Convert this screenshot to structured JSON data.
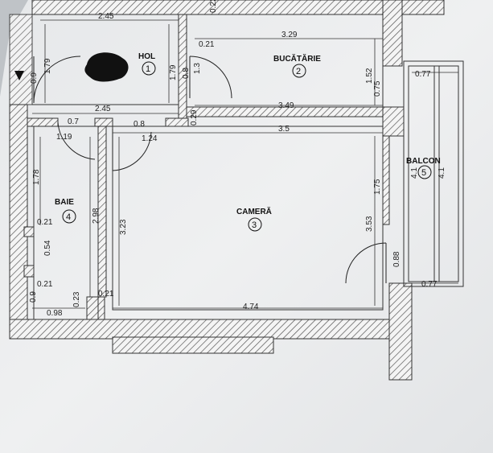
{
  "rooms": [
    {
      "name": "HOL",
      "number": "1"
    },
    {
      "name": "BUCĂTĂRIE",
      "number": "2"
    },
    {
      "name": "CAMERĂ",
      "number": "3"
    },
    {
      "name": "BAIE",
      "number": "4"
    },
    {
      "name": "BALCON",
      "number": "5"
    }
  ],
  "dimensions": {
    "hol_top": "2.45",
    "kitchen_top": "3.29",
    "hol_bottom": "2.45",
    "kitchen_bottom": "3.49",
    "camera_top": "3.5",
    "camera_bottom": "4.74",
    "door_baie": "0.7",
    "door_camera": "0.8",
    "baie_width": "1.19",
    "pass_width": "1.24",
    "balcon_top": "0.77",
    "balcon_bottom": "0.77",
    "baie_bottom": "0.98",
    "niche_top": "0.21",
    "niche_bottom": "0.21",
    "wall_kitchen_small": "0.21",
    "wall_baie_small": "0.21",
    "hol_height": "1.79",
    "entry_width": "0.9",
    "hol_inner_height": "1.79",
    "hol_door_a": "0.8",
    "hol_door_b": "1.3",
    "top_small": "0.22",
    "kitchen_height": "1.52",
    "kitchen_right": "0.75",
    "wall_small": "0.29",
    "camera_right_upper": "1.75",
    "camera_height": "3.53",
    "camera_door": "0.88",
    "camera_left": "3.23",
    "baie_height": "2.98",
    "baie_upper": "1.78",
    "niche_height": "0.54",
    "baie_lower": "0.9",
    "baie_corner": "0.23",
    "balcon_height_a": "4.1",
    "balcon_height_b": "4.1"
  }
}
